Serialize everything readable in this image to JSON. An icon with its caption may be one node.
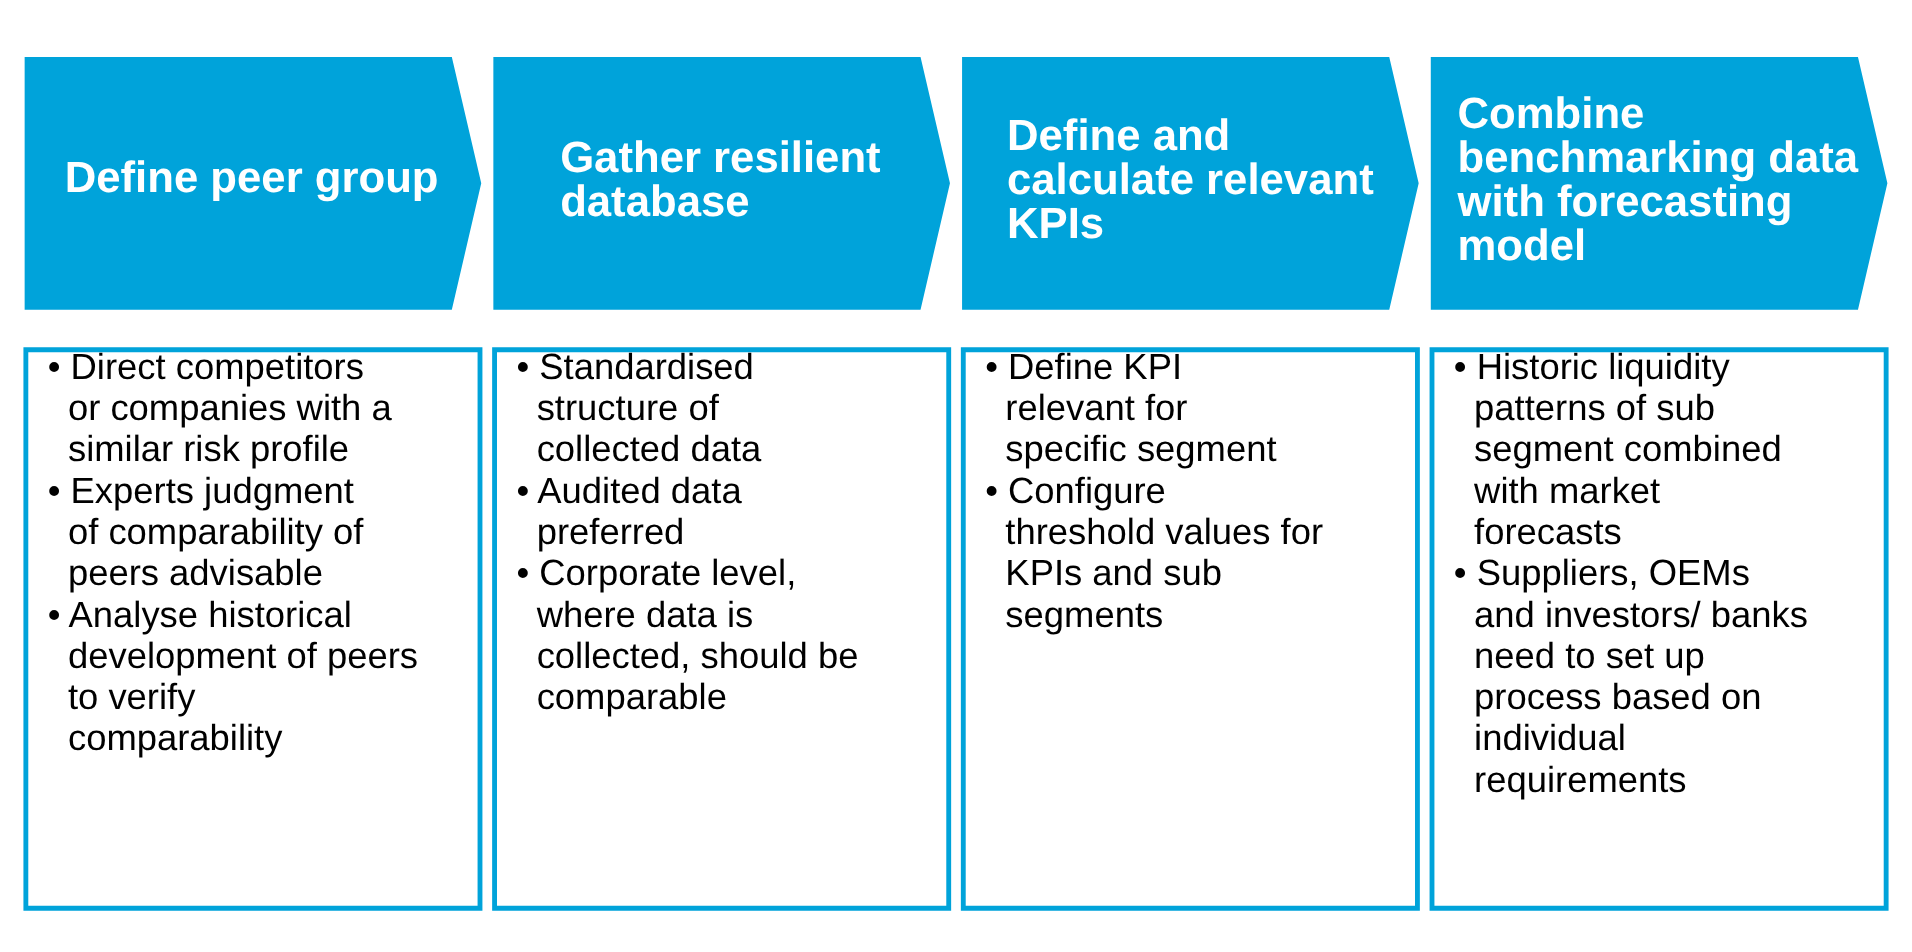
{
  "diagram": {
    "nodes": [
      {
        "text": [
          "Define peer group"
        ]
      },
      {
        "text": [
          "Gather resilient database"
        ]
      },
      {
        "text": [
          "Define and calculate relevant KPIs"
        ]
      },
      {
        "text": [
          "Combine benchmarking data with forecasting model"
        ]
      },
      {
        "text": [
          "• Direct competitors or companies with a similar risk profile",
          "• Experts judgment of comparability of peers advisable",
          "• Analyse historical development of peers to verify comparability"
        ]
      },
      {
        "text": [
          "• Standardised structure of collected data",
          "• Audited data preferred",
          "• Corporate level, where data is collected, should be comparable"
        ]
      },
      {
        "text": [
          "• Define KPI relevant for specific segment",
          "• Configure threshold values for KPIs and sub segments"
        ]
      },
      {
        "text": [
          "• Historic liquidity patterns of sub segment combined with market forecasts",
          "• Suppliers, OEMs and investors/ banks need to set up process based on individual requirements"
        ]
      }
    ]
  }
}
